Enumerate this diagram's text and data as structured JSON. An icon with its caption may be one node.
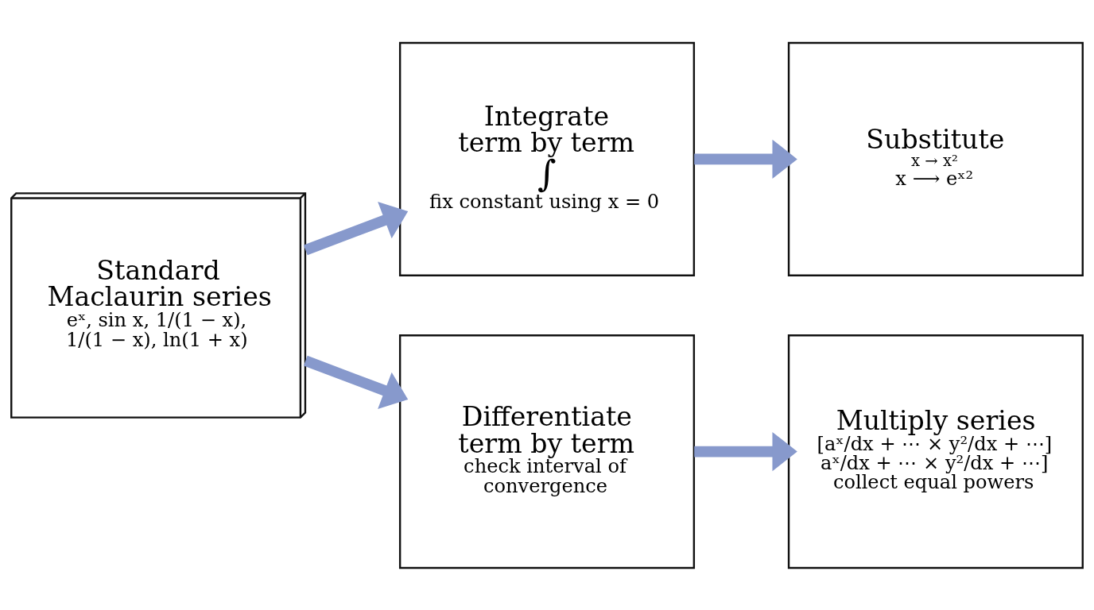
{
  "diagram": {
    "nodes": [
      {
        "text": [
          "Standard Maclaurin series",
          "eˣ, sin x, 1/(1 − x), 1/(1 − x), ln(1 + x)"
        ]
      },
      {
        "text": [
          "Integrate term by term",
          "∫",
          "fix constant using x = 0"
        ]
      },
      {
        "text": [
          "Substitute",
          "x → x²",
          "x ⟶ eˣ²"
        ]
      },
      {
        "text": [
          "Differentiate term by term",
          "check interval of convergence"
        ]
      },
      {
        "text": [
          "Multiply series",
          "[aˣ/dx + ⋯ × y²/dx + ⋯]",
          "aˣ/dx + ⋯ × y²/dx + ⋯]",
          "collect equal powers"
        ]
      }
    ],
    "edges": [
      {
        "from": 0,
        "to": 1,
        "arrow": "to"
      },
      {
        "from": 0,
        "to": 3,
        "arrow": "to"
      },
      {
        "from": 1,
        "to": 2,
        "arrow": "to"
      },
      {
        "from": 3,
        "to": 4,
        "arrow": "to"
      }
    ]
  }
}
